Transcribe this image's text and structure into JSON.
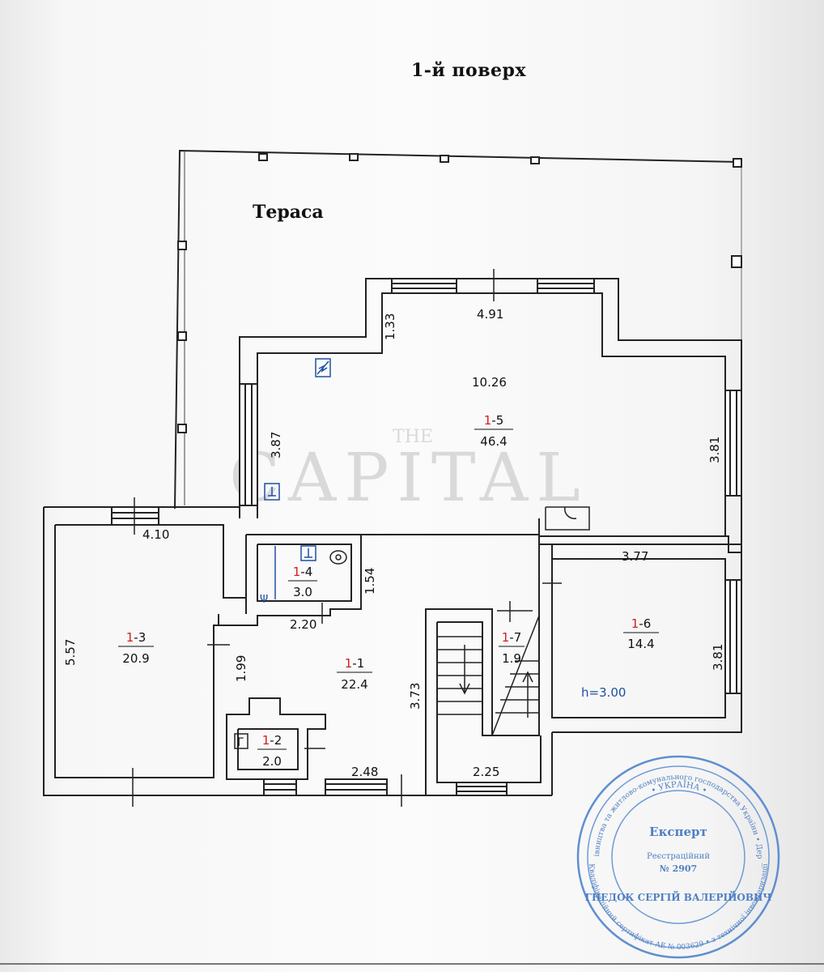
{
  "title": "1-й поверх",
  "terrace_label": "Тераса",
  "rooms": [
    {
      "id_prefix": "1",
      "id_suffix": "-5",
      "area": "46.4"
    },
    {
      "id_prefix": "1",
      "id_suffix": "-3",
      "area": "20.9"
    },
    {
      "id_prefix": "1",
      "id_suffix": "-4",
      "area": "3.0"
    },
    {
      "id_prefix": "1",
      "id_suffix": "-1",
      "area": "22.4"
    },
    {
      "id_prefix": "1",
      "id_suffix": "-2",
      "area": "2.0"
    },
    {
      "id_prefix": "1",
      "id_suffix": "-7",
      "area": "1.9"
    },
    {
      "id_prefix": "1",
      "id_suffix": "-6",
      "area": "14.4"
    }
  ],
  "dimensions": {
    "d491": "4.91",
    "d133": "1.33",
    "d1026": "10.26",
    "d387": "3.87",
    "d381a": "3.81",
    "d410": "4.10",
    "d154": "1.54",
    "d377": "3.77",
    "d557": "5.57",
    "d220": "2.20",
    "d199": "1.99",
    "d373": "3.73",
    "d381b": "3.81",
    "d248": "2.48",
    "d225": "2.25"
  },
  "height_note": "h=3.00",
  "wall_marker": "Г",
  "watermark": {
    "line1": "THE",
    "line2": "CAPITAL"
  },
  "stamp": {
    "top_arc": "Міністерство регіонального розвитку, будівництва та житлово-комунального господарства України • Державна архітектурно-будівельна інспекція",
    "bottom_arc": "Кваліфікаційний сертифікат АЕ № 003629 • з технічної інвентаризації",
    "country": "• УКРАЇНА •",
    "role": "Експерт",
    "reg_label": "Реєстраційний",
    "reg_number": "№ 2907",
    "name": "ГНЕДОК СЕРГІЙ ВАЛЕРІЙОВИЧ"
  },
  "colors": {
    "line": "#222222",
    "accent_red": "#d22020",
    "blue": "#1f4fa3",
    "stamp_blue": "#4f7fc2"
  }
}
